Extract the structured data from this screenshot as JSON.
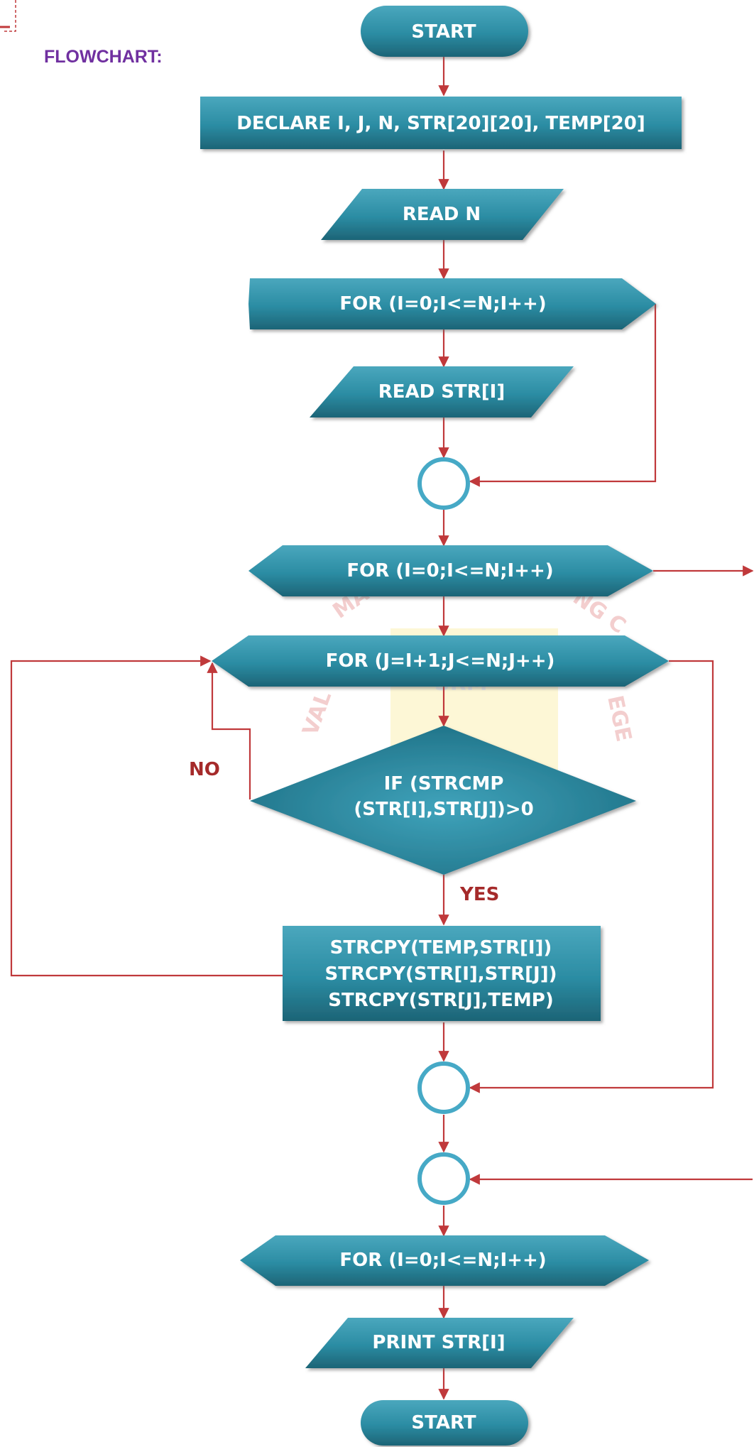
{
  "diagram": {
    "heading": "FLOWCHART:",
    "colors": {
      "shape_fill": "#2b8ca3",
      "shape_fill_dark": "#1d6476",
      "shape_fill_light": "#4aa7bd",
      "connector_stroke": "#46a9c6",
      "edge": "#c0393b",
      "branch_label": "#a52a2a",
      "heading": "#7030a0",
      "node_text": "#ffffff"
    },
    "nodes": {
      "start_top": {
        "shape": "terminator",
        "label": "START"
      },
      "declare": {
        "shape": "process",
        "label": "DECLARE I, J, N, STR[20][20], TEMP[20]"
      },
      "read_n": {
        "shape": "io",
        "label": "READ N"
      },
      "for_read": {
        "shape": "loop",
        "label": "FOR (I=0;I<=N;I++)"
      },
      "read_str": {
        "shape": "io",
        "label": "READ STR[I]"
      },
      "for_outer": {
        "shape": "loop",
        "label": "FOR (I=0;I<=N;I++)"
      },
      "for_inner": {
        "shape": "loop",
        "label": "FOR (J=I+1;J<=N;J++)"
      },
      "decision": {
        "shape": "decision",
        "line1": "IF (STRCMP",
        "line2": "(STR[I],STR[J])>0"
      },
      "swap": {
        "shape": "process",
        "line1": "STRCPY(TEMP,STR[I])",
        "line2": "STRCPY(STR[I],STR[J])",
        "line3": "STRCPY(STR[J],TEMP)"
      },
      "for_print": {
        "shape": "loop",
        "label": "FOR (I=0;I<=N;I++)"
      },
      "print_str": {
        "shape": "io",
        "label": "PRINT STR[I]"
      },
      "start_bottom": {
        "shape": "terminator",
        "label": "START"
      }
    },
    "edge_labels": {
      "no": "NO",
      "yes": "YES"
    }
  }
}
